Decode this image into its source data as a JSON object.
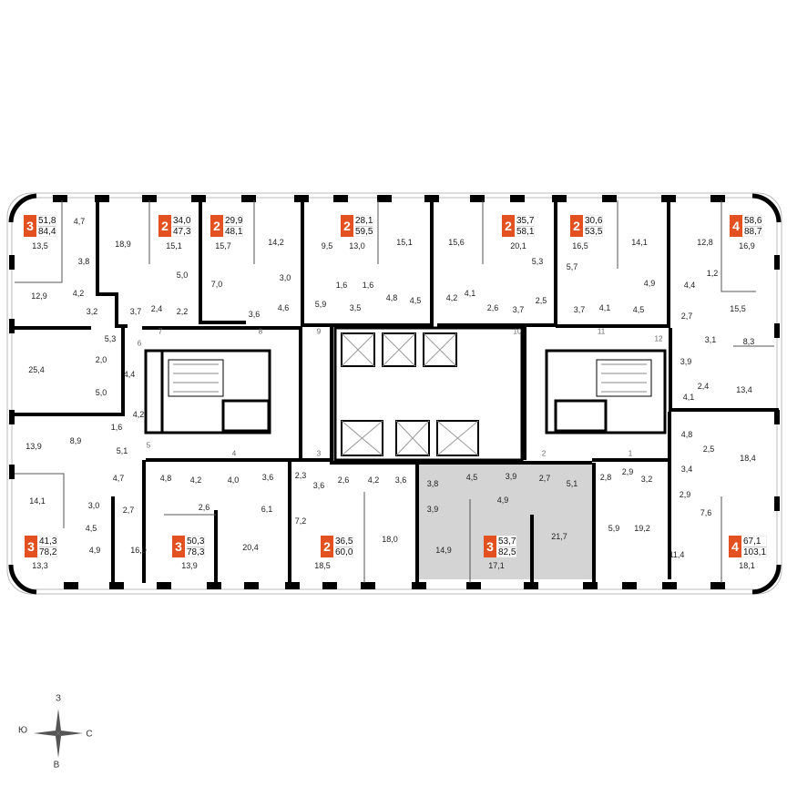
{
  "colors": {
    "badge": "#e2511f",
    "selected_apartment": "#d4d4d4",
    "walls": "#000000"
  },
  "compass": {
    "north": "З",
    "west": "Ю",
    "east": "С",
    "south": "В",
    "icon": "compass-rose-icon"
  },
  "apartments": [
    {
      "rooms": "3",
      "living": "51,8",
      "total": "84,4"
    },
    {
      "rooms": "2",
      "living": "34,0",
      "total": "47,3"
    },
    {
      "rooms": "2",
      "living": "29,9",
      "total": "48,1"
    },
    {
      "rooms": "2",
      "living": "28,1",
      "total": "59,5"
    },
    {
      "rooms": "2",
      "living": "35,7",
      "total": "58,1"
    },
    {
      "rooms": "2",
      "living": "30,6",
      "total": "53,5"
    },
    {
      "rooms": "4",
      "living": "58,6",
      "total": "88,7"
    },
    {
      "rooms": "3",
      "living": "41,3",
      "total": "78,2"
    },
    {
      "rooms": "3",
      "living": "50,3",
      "total": "78,3"
    },
    {
      "rooms": "2",
      "living": "36,5",
      "total": "60,0"
    },
    {
      "rooms": "3",
      "living": "53,7",
      "total": "82,5"
    },
    {
      "rooms": "4",
      "living": "67,1",
      "total": "103,1"
    }
  ],
  "room_areas": [
    "4,7",
    "13,5",
    "18,9",
    "15,1",
    "15,7",
    "14,2",
    "9,5",
    "13,0",
    "15,1",
    "15,6",
    "20,1",
    "16,5",
    "14,1",
    "12,8",
    "16,9",
    "3,8",
    "5,0",
    "7,0",
    "3,0",
    "5,3",
    "5,7",
    "4,9",
    "1,2",
    "4,4",
    "15,5",
    "12,9",
    "4,2",
    "1,6",
    "1,6",
    "4,8",
    "4,5",
    "4,1",
    "4,2",
    "5,9",
    "3,2",
    "3,7",
    "2,4",
    "2,2",
    "3,6",
    "4,6",
    "3,5",
    "2,6",
    "3,7",
    "2,5",
    "3,7",
    "4,1",
    "4,5",
    "2,7",
    "5,3",
    "3,1",
    "8,3",
    "2,0",
    "25,4",
    "4,4",
    "3,9",
    "2,4",
    "13,4",
    "5,0",
    "4,1",
    "4,2",
    "1,6",
    "13,9",
    "8,9",
    "5,1",
    "4,8",
    "2,5",
    "18,4",
    "4,7",
    "4,8",
    "4,2",
    "4,0",
    "3,6",
    "2,3",
    "3,6",
    "2,6",
    "4,2",
    "3,6",
    "3,8",
    "4,5",
    "3,9",
    "2,7",
    "5,1",
    "2,8",
    "2,9",
    "3,2",
    "3,4",
    "2,9",
    "14,1",
    "3,0",
    "2,7",
    "2,6",
    "6,1",
    "7,2",
    "3,9",
    "4,9",
    "21,7",
    "5,9",
    "19,2",
    "7,6",
    "4,5",
    "16,0",
    "20,4",
    "18,0",
    "14,9",
    "11,4",
    "13,3",
    "4,9",
    "13,9",
    "18,5",
    "17,1",
    "18,1"
  ],
  "entrance_numbers": [
    "7",
    "8",
    "9",
    "10",
    "11",
    "12",
    "6",
    "5",
    "4",
    "3",
    "2",
    "1"
  ]
}
